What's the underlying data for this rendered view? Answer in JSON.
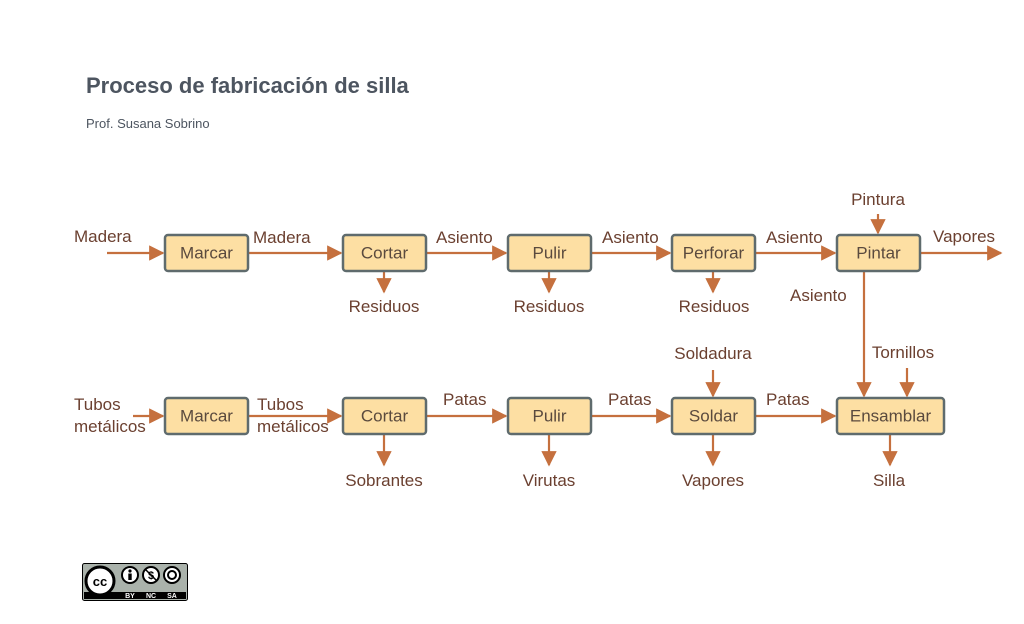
{
  "title": "Proceso de fabricación de silla",
  "subtitle": "Prof. Susana Sobrino",
  "license": {
    "badge": "cc-by-nc-sa-badge",
    "terms": [
      "BY",
      "NC",
      "SA"
    ]
  },
  "colors": {
    "box_fill": "#fddfa3",
    "box_stroke": "#5f6b6d",
    "arrow": "#c5703e",
    "label": "#6b4030"
  },
  "row1": {
    "input": "Madera",
    "steps": [
      "Marcar",
      "Cortar",
      "Pulir",
      "Perforar",
      "Pintar"
    ],
    "flows": [
      "Madera",
      "Asiento",
      "Asiento",
      "Asiento"
    ],
    "outputs": [
      "Residuos",
      "Residuos",
      "Residuos"
    ],
    "pintar_input": "Pintura",
    "pintar_output": "Vapores",
    "to_assembly": "Asiento"
  },
  "row2": {
    "input_line1": "Tubos",
    "input_line2": "metálicos",
    "steps": [
      "Marcar",
      "Cortar",
      "Pulir",
      "Soldar",
      "Ensamblar"
    ],
    "flow1_line1": "Tubos",
    "flow1_line2": "metálicos",
    "flows": [
      "Patas",
      "Patas",
      "Patas"
    ],
    "outputs": [
      "Sobrantes",
      "Virutas",
      "Vapores"
    ],
    "soldar_input": "Soldadura",
    "ensamblar_input": "Tornillos",
    "final_output": "Silla"
  }
}
